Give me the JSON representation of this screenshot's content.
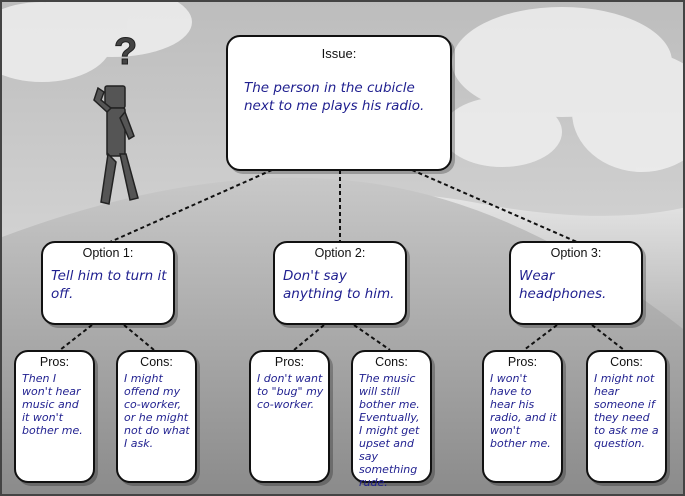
{
  "issue": {
    "heading": "Issue:",
    "text": "The person in the cubicle next to me plays his radio."
  },
  "options": [
    {
      "heading": "Option 1:",
      "text": "Tell him to turn it off.",
      "pros_heading": "Pros:",
      "pros_text": "Then I won't hear music and it won't bother me.",
      "cons_heading": "Cons:",
      "cons_text": "I might offend my co-worker, or he might not do what I ask."
    },
    {
      "heading": "Option 2:",
      "text": "Don't say anything to him.",
      "pros_heading": "Pros:",
      "pros_text": "I don't want to \"bug\" my co-worker.",
      "cons_heading": "Cons:",
      "cons_text": "The music will still bother me. Eventually, I might get upset and say something rude."
    },
    {
      "heading": "Option 3:",
      "text": "Wear headphones.",
      "pros_heading": "Pros:",
      "pros_text": "I won't have to hear his radio, and it won't bother me.",
      "cons_heading": "Cons:",
      "cons_text": "I might not hear someone if they need to ask me a question."
    }
  ],
  "figure_symbol": "?",
  "colors": {
    "sky": "#d8d8d8",
    "hill_front": "#9a9a9a",
    "hill_back": "#b9b9b9",
    "figure": "#555555",
    "text_hand": "#1f1f8f"
  }
}
